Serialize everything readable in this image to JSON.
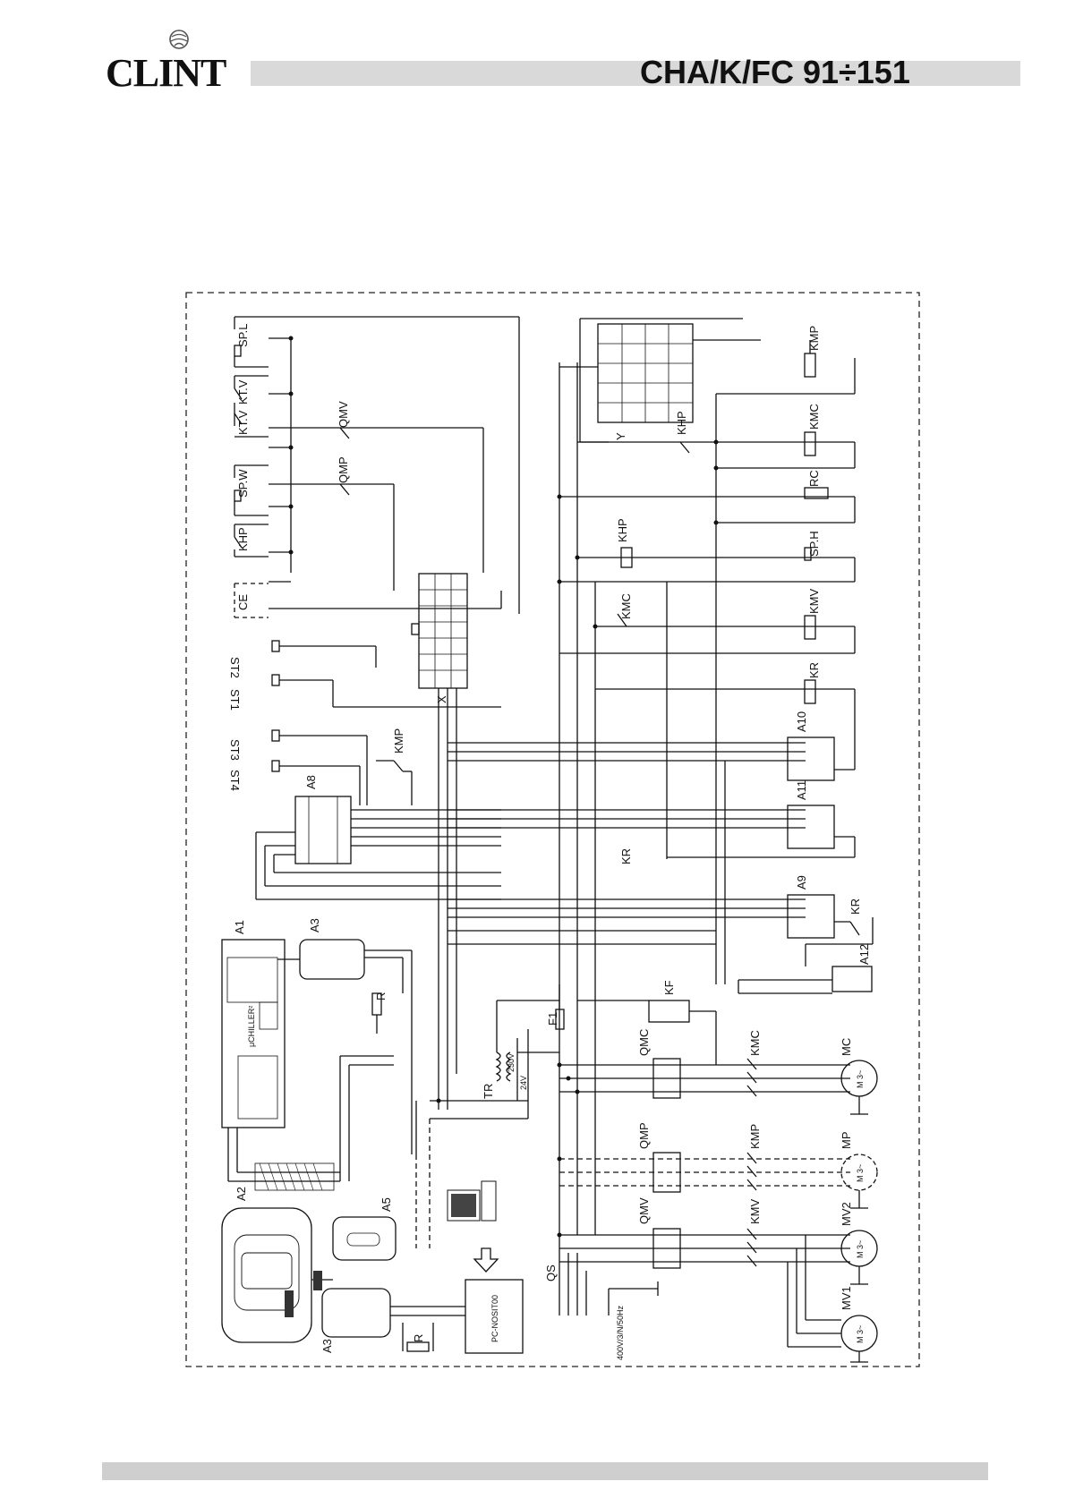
{
  "header": {
    "brand": "CLINT",
    "model": "CHA/K/FC   91÷151"
  },
  "diagram": {
    "labels": {
      "sp_l": "SP.L",
      "kt_v_a": "KT.V",
      "kt_v_b": "KT.V",
      "sp_w": "SP.W",
      "khp_left": "KHP",
      "ce": "CE",
      "st2": "ST2",
      "st1": "ST1",
      "st3": "ST3",
      "st4": "ST4",
      "kmp_contact": "KMP",
      "qmv": "QMV",
      "qmp": "QMP",
      "x_conn": "X",
      "y_conn": "Y",
      "a8": "A8",
      "a1": "A1",
      "a3_top": "A3",
      "a3_bottom": "A3",
      "a2": "A2",
      "a5": "A5",
      "r_top": "R",
      "r_bottom": "R",
      "tr": "TR",
      "v230": "230V",
      "v24": "24V",
      "f1": "F1",
      "kf": "KF",
      "qmc": "QMC",
      "qmp_b": "QMP",
      "qmv_b": "QMV",
      "kmc_b": "KMC",
      "kmp_b": "KMP",
      "kmv_b": "KMV",
      "mc": "MC",
      "mp": "MP",
      "mv1": "MV1",
      "mv2": "MV2",
      "qs": "QS",
      "supply": "400V/3/N/50Hz",
      "khp_top": "KHP",
      "khp_coil": "KHP",
      "kmc_contact": "KMC",
      "kr_contact": "KR",
      "kmp_coil": "KMP",
      "kmc_coil": "KMC",
      "rc": "RC",
      "sp_h": "SP.H",
      "kmv_coil": "KMV",
      "kr_coil": "KR",
      "a10": "A10",
      "a11": "A11",
      "a9": "A9",
      "kr_a9": "KR",
      "a12": "A12",
      "pc_box": "PC-NOSIT00",
      "controller": "μCHILLER²",
      "m3": "M 3~"
    }
  }
}
